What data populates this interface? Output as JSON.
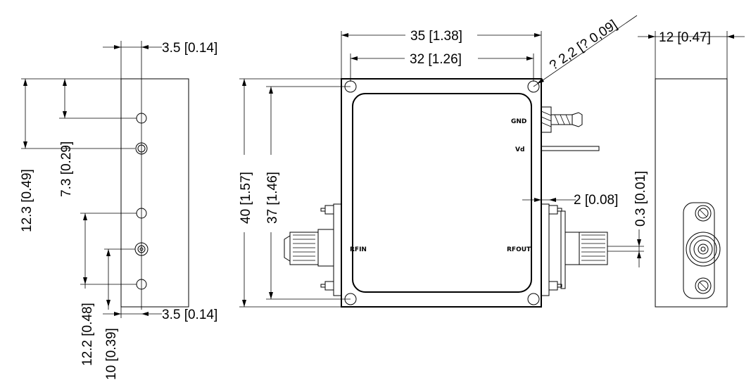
{
  "dimensions": {
    "left_top_offset": "3.5 [0.14]",
    "left_bottom_offset": "3.5 [0.14]",
    "left_12_3": "12.3 [0.49]",
    "left_7_3": "7.3 [0.29]",
    "left_12_2": "12.2 [0.48]",
    "left_10": "10 [0.39]",
    "top_width": "35 [1.38]",
    "hole_spacing": "32 [1.26]",
    "hole_diameter": "? 2,2 [? 0,09]",
    "height": "40 [1.57]",
    "hole_vertical": "37 [1.46]",
    "pin_offset": "2 [0.08]",
    "pin_dia": "0.3 [0.01]",
    "side_width": "12 [0.47]"
  },
  "labels": {
    "gnd": "GND",
    "vd": "Vd",
    "rfin": "RFIN",
    "rfout": "RFOUT"
  }
}
